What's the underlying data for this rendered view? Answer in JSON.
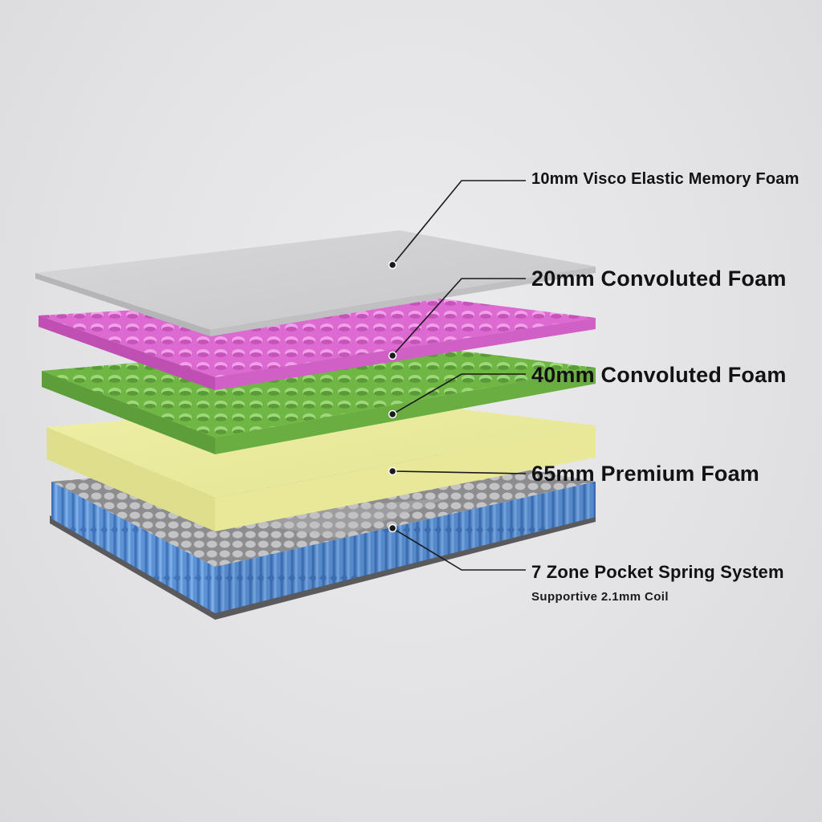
{
  "labels": {
    "visco": "10mm Visco Elastic Memory Foam",
    "convoluted20": "20mm Convoluted Foam",
    "convoluted40": "40mm Convoluted Foam",
    "premium65": "65mm Premium Foam",
    "springs": "7 Zone Pocket Spring System",
    "springs_sub": "Supportive 2.1mm Coil"
  },
  "colors": {
    "visco": "#d2d2d4",
    "convoluted20": "#e070d4",
    "convoluted40": "#78be4c",
    "premium65": "#ecec9e",
    "springs_blue": "#4f84c8",
    "springs_grey": "#a9a9ab",
    "base": "#5e5e60",
    "leader": "#1a1a1a"
  }
}
